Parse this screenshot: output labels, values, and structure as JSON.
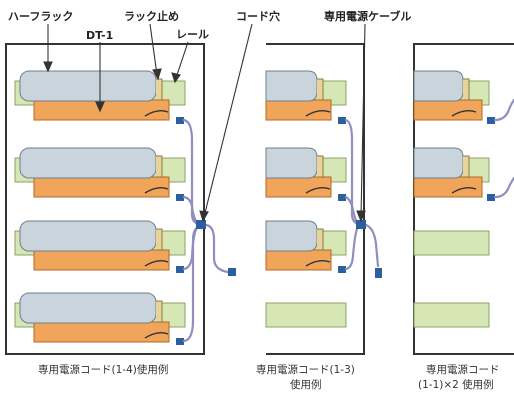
{
  "callouts": {
    "half_rack": "ハーフラック",
    "rack_stopper": "ラック止め",
    "dt1": "DT-1",
    "rail": "レール",
    "cord_hole": "コード穴",
    "dedicated_cable": "専用電源ケーブル"
  },
  "captions": {
    "example_1": "専用電源コード(1-4)使用例",
    "example_2_line1": "専用電源コード(1-3)",
    "example_2_line2": "使用例",
    "example_3_line1": "専用電源コード",
    "example_3_line2": "(1-1)×2 使用例"
  },
  "colors": {
    "frame": "#333333",
    "rack_fill": "#c9d4dc",
    "rack_edge": "#6f7f89",
    "dt1_fill": "#f0a55a",
    "dt1_edge": "#b06a25",
    "rail_fill": "#d6e6b5",
    "rail_edge": "#8aa36a",
    "cable": "#8f8fbf",
    "connector": "#2d5f9e"
  }
}
